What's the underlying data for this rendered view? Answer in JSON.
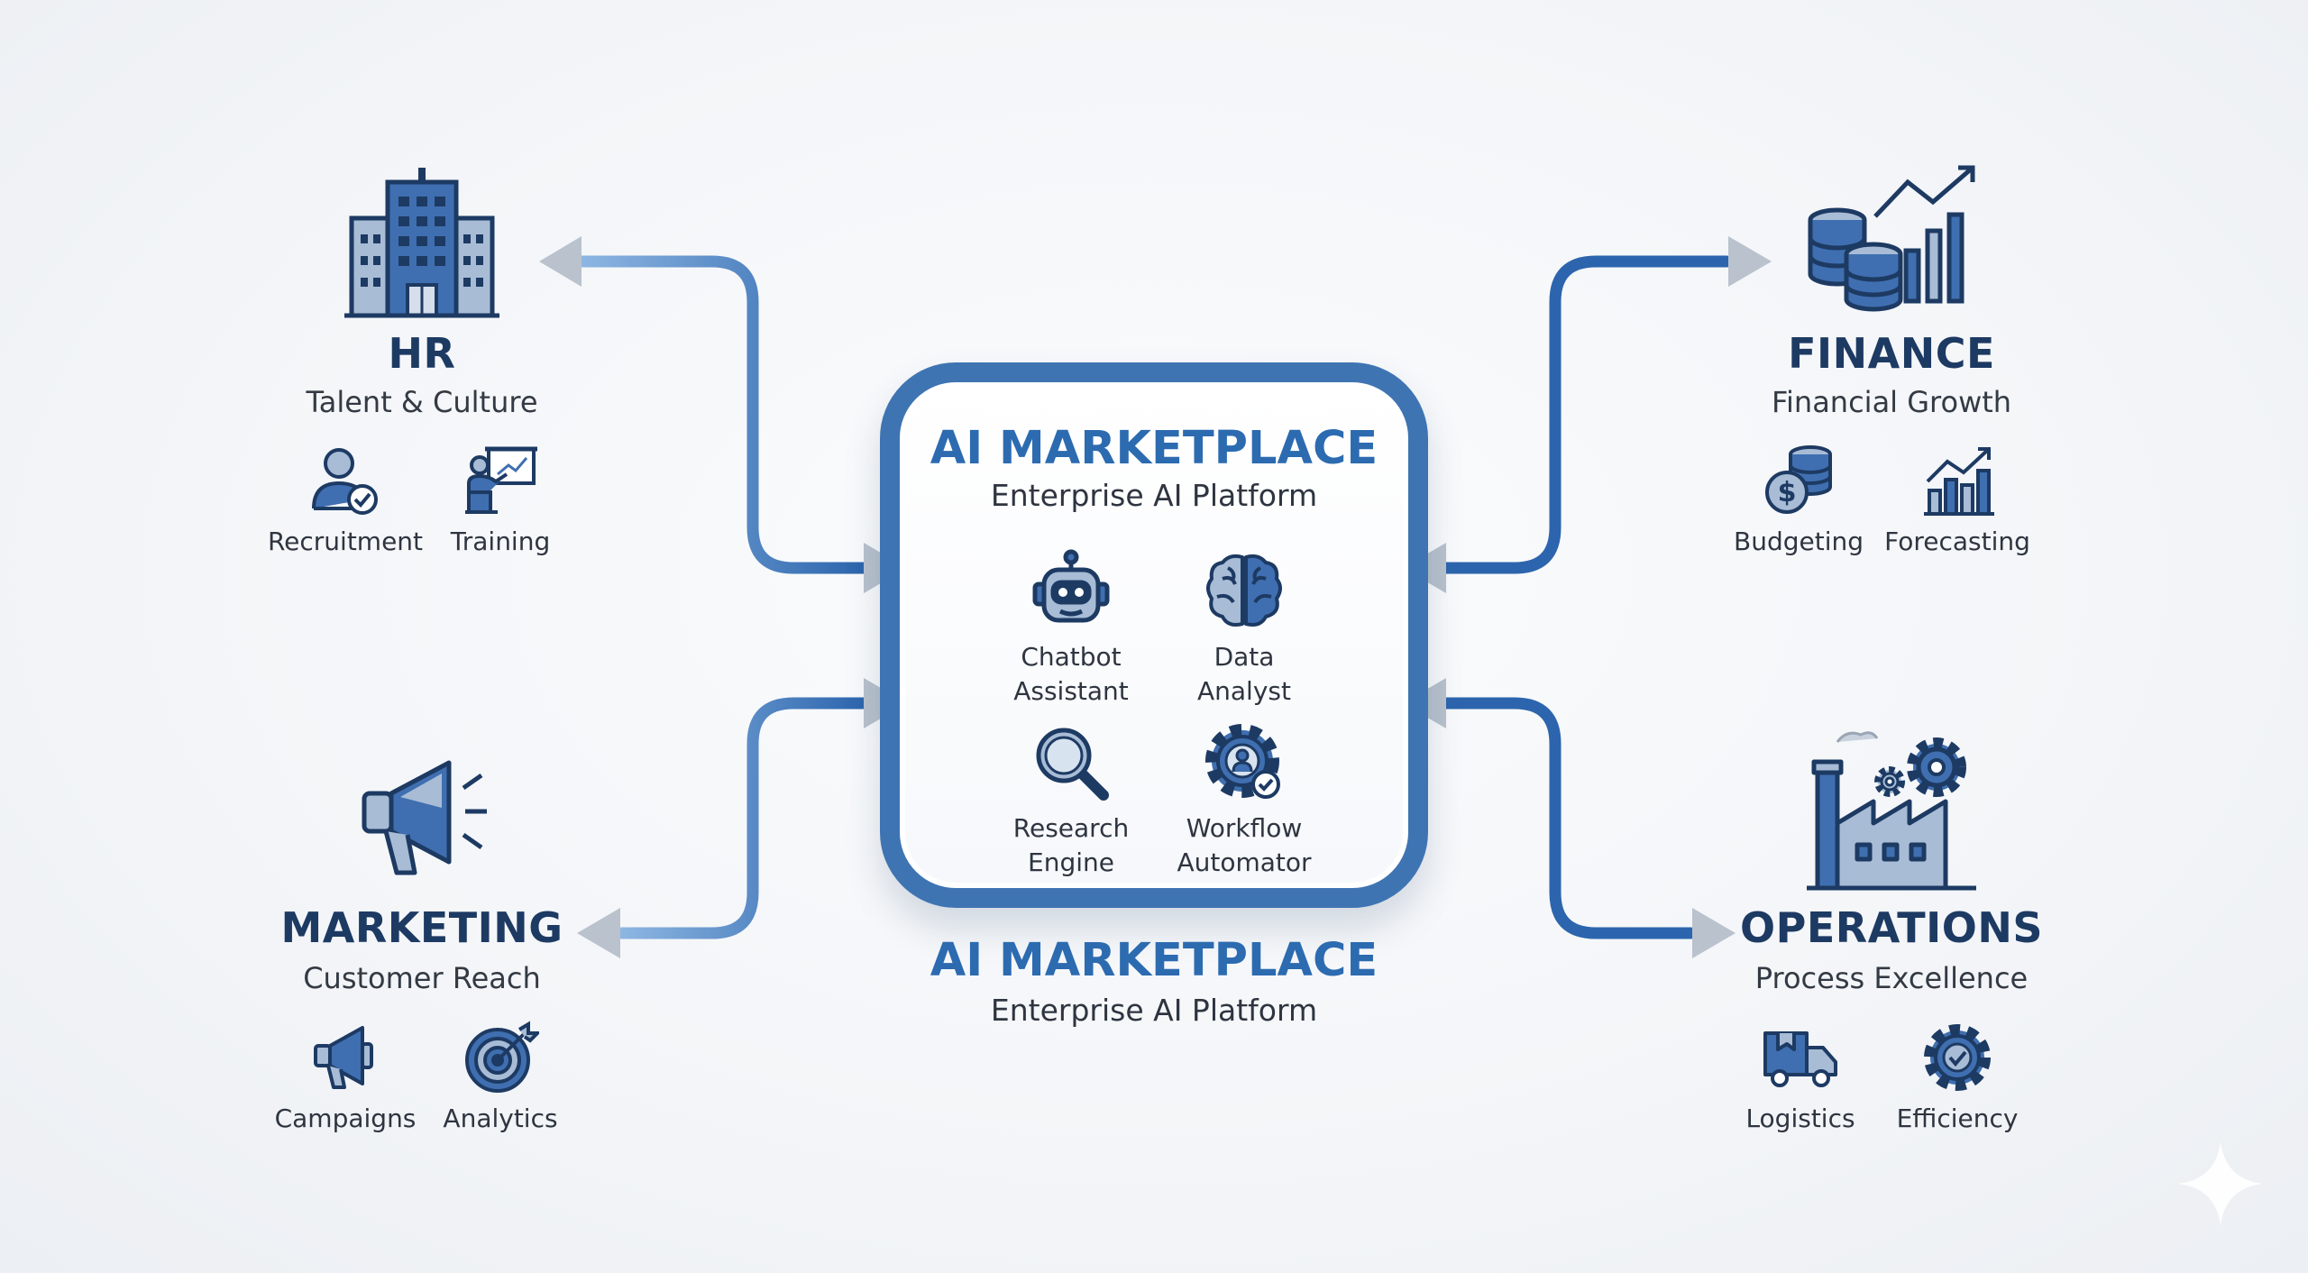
{
  "hub": {
    "title": "AI MARKETPLACE",
    "subtitle": "Enterprise AI Platform",
    "tools": [
      {
        "line1": "Chatbot",
        "line2": "Assistant",
        "icon": "robot-icon"
      },
      {
        "line1": "Data",
        "line2": "Analyst",
        "icon": "brain-icon"
      },
      {
        "line1": "Research",
        "line2": "Engine",
        "icon": "magnifier-icon"
      },
      {
        "line1": "Workflow",
        "line2": "Automator",
        "icon": "gear-user-icon"
      }
    ]
  },
  "caption": {
    "title": "AI MARKETPLACE",
    "subtitle": "Enterprise AI Platform"
  },
  "departments": {
    "hr": {
      "title": "HR",
      "subtitle": "Talent & Culture",
      "icon": "office-building-icon",
      "items": [
        {
          "label": "Recruitment",
          "icon": "user-check-icon"
        },
        {
          "label": "Training",
          "icon": "presentation-icon"
        }
      ]
    },
    "finance": {
      "title": "FINANCE",
      "subtitle": "Financial Growth",
      "icon": "coins-chart-icon",
      "items": [
        {
          "label": "Budgeting",
          "icon": "dollar-coins-icon"
        },
        {
          "label": "Forecasting",
          "icon": "bar-chart-trend-icon"
        }
      ]
    },
    "marketing": {
      "title": "MARKETING",
      "subtitle": "Customer Reach",
      "icon": "megaphone-icon",
      "items": [
        {
          "label": "Campaigns",
          "icon": "small-megaphone-icon"
        },
        {
          "label": "Analytics",
          "icon": "target-icon"
        }
      ]
    },
    "operations": {
      "title": "OPERATIONS",
      "subtitle": "Process Excellence",
      "icon": "factory-gears-icon",
      "items": [
        {
          "label": "Logistics",
          "icon": "delivery-truck-icon"
        },
        {
          "label": "Efficiency",
          "icon": "gear-check-icon"
        }
      ]
    }
  },
  "colors": {
    "primary_blue": "#2c6bb0",
    "dark_navy": "#1d3a63",
    "light_blue": "#6fa0d8",
    "arrow_grey": "#b9c2cd",
    "text": "#2e3540"
  }
}
